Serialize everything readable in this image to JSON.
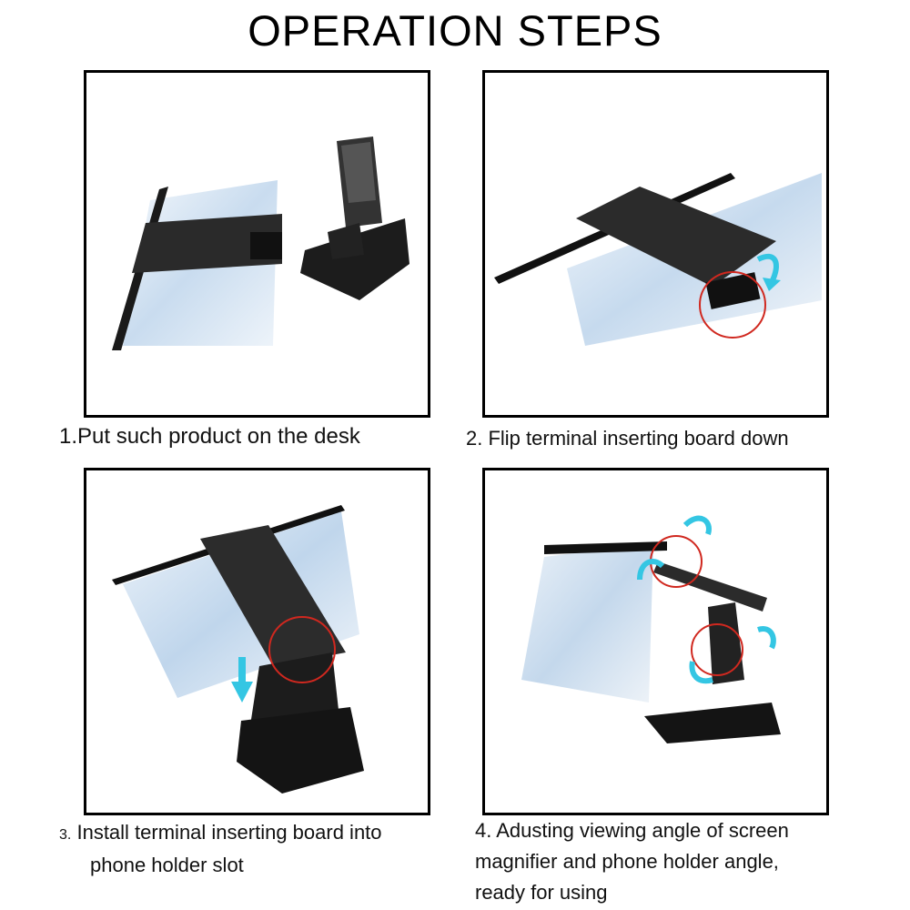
{
  "title": "OPERATION STEPS",
  "steps": [
    {
      "caption": "1.Put such product on the desk"
    },
    {
      "caption": "2. Flip terminal inserting board down"
    },
    {
      "num": "3.",
      "caption_line1": "Install terminal inserting board into",
      "caption_line2": "phone holder slot"
    },
    {
      "caption_line1": "4. Adusting viewing angle of screen",
      "caption_line2": "magnifier and phone holder angle,",
      "caption_line3": "ready for using"
    }
  ],
  "colors": {
    "highlight_circle": "#d0281f",
    "arrow": "#34c6e3",
    "product": "#1a1a1a",
    "lens": "#dce8f4"
  }
}
